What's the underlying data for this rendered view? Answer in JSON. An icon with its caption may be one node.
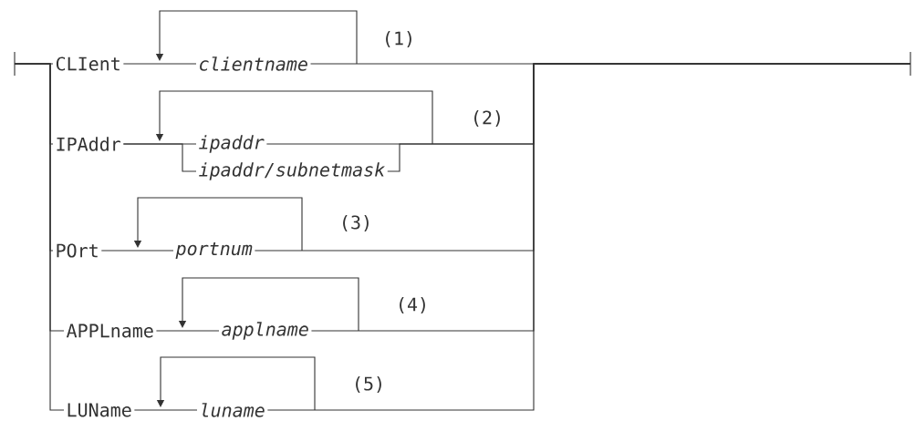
{
  "diagram": {
    "nodes": [
      {
        "text": [],
        "shape": "bar"
      },
      {
        "text": [
          "CLIent"
        ]
      },
      {
        "text": [
          "clientname"
        ]
      },
      {
        "text": [
          "IPAddr"
        ]
      },
      {
        "text": [
          "ipaddr"
        ]
      },
      {
        "text": [
          "ipaddr/subnetmask"
        ]
      },
      {
        "text": [
          "POrt"
        ]
      },
      {
        "text": [
          "portnum"
        ]
      },
      {
        "text": [
          "APPLname"
        ]
      },
      {
        "text": [
          "applname"
        ]
      },
      {
        "text": [
          "LUName"
        ]
      },
      {
        "text": [
          "luname"
        ]
      },
      {
        "text": [],
        "shape": "bar"
      }
    ],
    "edges": [
      {
        "from": 0,
        "to": 1,
        "arrow": "none"
      },
      {
        "from": 0,
        "to": 3,
        "arrow": "none"
      },
      {
        "from": 0,
        "to": 6,
        "arrow": "none"
      },
      {
        "from": 0,
        "to": 8,
        "arrow": "none"
      },
      {
        "from": 0,
        "to": 10,
        "arrow": "none"
      },
      {
        "from": 1,
        "to": 2,
        "arrow": "none"
      },
      {
        "from": 3,
        "to": 4,
        "arrow": "none"
      },
      {
        "from": 3,
        "to": 5,
        "arrow": "none"
      },
      {
        "from": 6,
        "to": 7,
        "arrow": "none"
      },
      {
        "from": 8,
        "to": 9,
        "arrow": "none"
      },
      {
        "from": 10,
        "to": 11,
        "arrow": "none"
      },
      {
        "from": 2,
        "to": 12,
        "arrow": "none"
      },
      {
        "from": 4,
        "to": 12,
        "arrow": "none"
      },
      {
        "from": 5,
        "to": 12,
        "arrow": "none"
      },
      {
        "from": 7,
        "to": 12,
        "arrow": "none"
      },
      {
        "from": 9,
        "to": 12,
        "arrow": "none"
      },
      {
        "from": 11,
        "to": 12,
        "arrow": "none"
      }
    ],
    "labels": [
      "(1)",
      "(2)",
      "(3)",
      "(4)",
      "(5)"
    ]
  }
}
